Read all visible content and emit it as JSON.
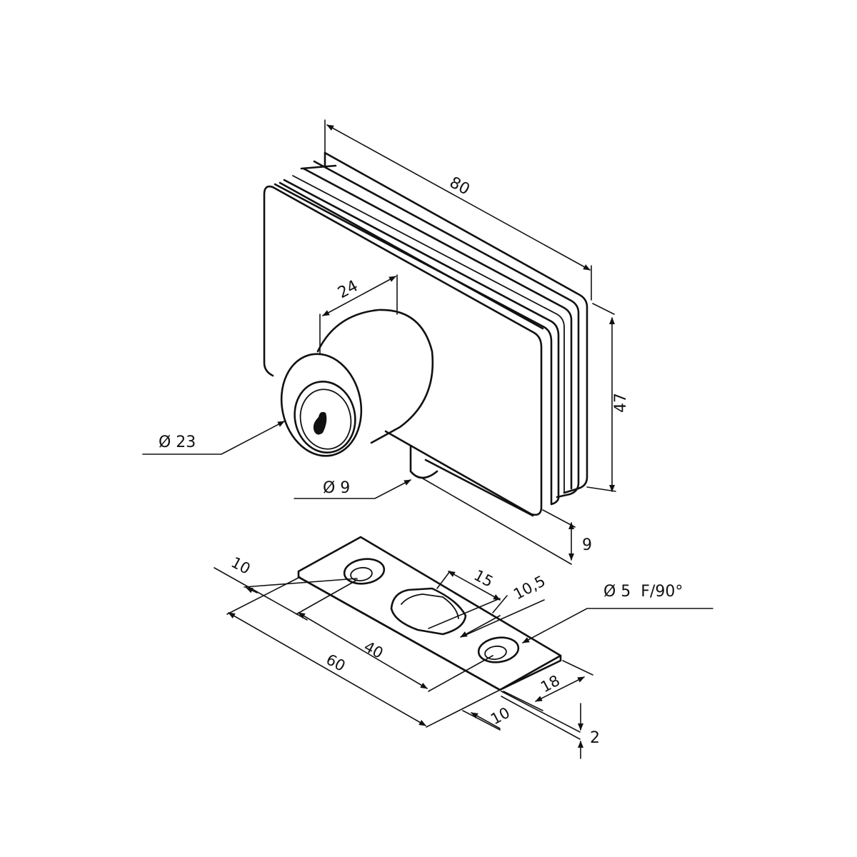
{
  "drawing": {
    "dimensions": {
      "length": "80",
      "height": "47",
      "cylinder_depth": "24",
      "cylinder_diameter": "Ø 23",
      "bolt_diameter": "Ø 9",
      "bolt_offset": "9",
      "plate_hole_offset": "10",
      "slot_length": "15",
      "slot_width": "10,5",
      "hole_spec": "Ø 5  F/90°",
      "hole_spacing": "40",
      "plate_length": "60",
      "plate_end_offset": "10",
      "plate_width": "18",
      "plate_thickness": "2"
    }
  }
}
